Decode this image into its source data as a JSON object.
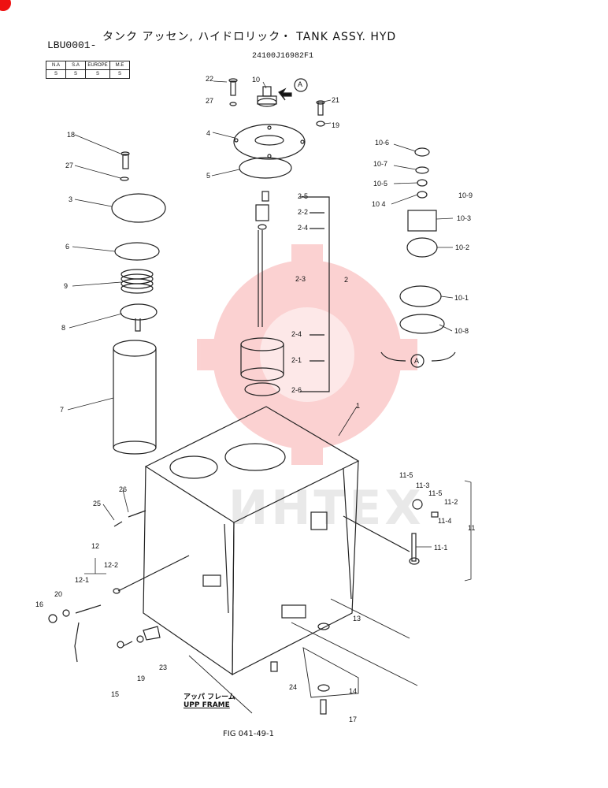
{
  "header": {
    "title": "タンク アッセン, ハイドロリック・ TANK ASSY. HYD",
    "code": "LBU0001-",
    "part_number": "24100J16982F1"
  },
  "regions": {
    "headers": [
      "N.A",
      "S.A",
      "EUROPE",
      "M.E"
    ],
    "values": [
      "S",
      "S",
      "S",
      "S"
    ]
  },
  "watermark": "ИНТЕХ",
  "frame_label": {
    "jp": "アッパ フレーム",
    "en": "UPP FRAME"
  },
  "figure_label": "FIG 041-49-1",
  "detail_marker": "A",
  "callouts": {
    "c22": "22",
    "c10": "10",
    "c27a": "27",
    "c21": "21",
    "c19a": "19",
    "c4": "4",
    "c5": "5",
    "c18": "18",
    "c27b": "27",
    "c3": "3",
    "c6": "6",
    "c9": "9",
    "c8": "8",
    "c7": "7",
    "c2_5": "2-5",
    "c2_2": "2-2",
    "c2_4a": "2-4",
    "c2_3": "2-3",
    "c2": "2",
    "c2_4b": "2-4",
    "c2_1": "2-1",
    "c2_6": "2-6",
    "c10_6": "10-6",
    "c10_7": "10-7",
    "c10_5": "10-5",
    "c10_4": "10 4",
    "c10_9": "10-9",
    "c10_3": "10-3",
    "c10_2": "10-2",
    "c10_1": "10-1",
    "c10_8": "10-8",
    "c1": "1",
    "c11_5a": "11-5",
    "c11_3": "11-3",
    "c11_5b": "11-5",
    "c11_2": "11-2",
    "c11_4": "11-4",
    "c11": "11",
    "c11_1": "11-1",
    "c26": "26",
    "c25": "25",
    "c12": "12",
    "c12_2": "12-2",
    "c12_1": "12-1",
    "c20": "20",
    "c16": "16",
    "c13": "13",
    "c19b": "19",
    "c23": "23",
    "c15": "15",
    "c24": "24",
    "c14": "14",
    "c17": "17"
  }
}
